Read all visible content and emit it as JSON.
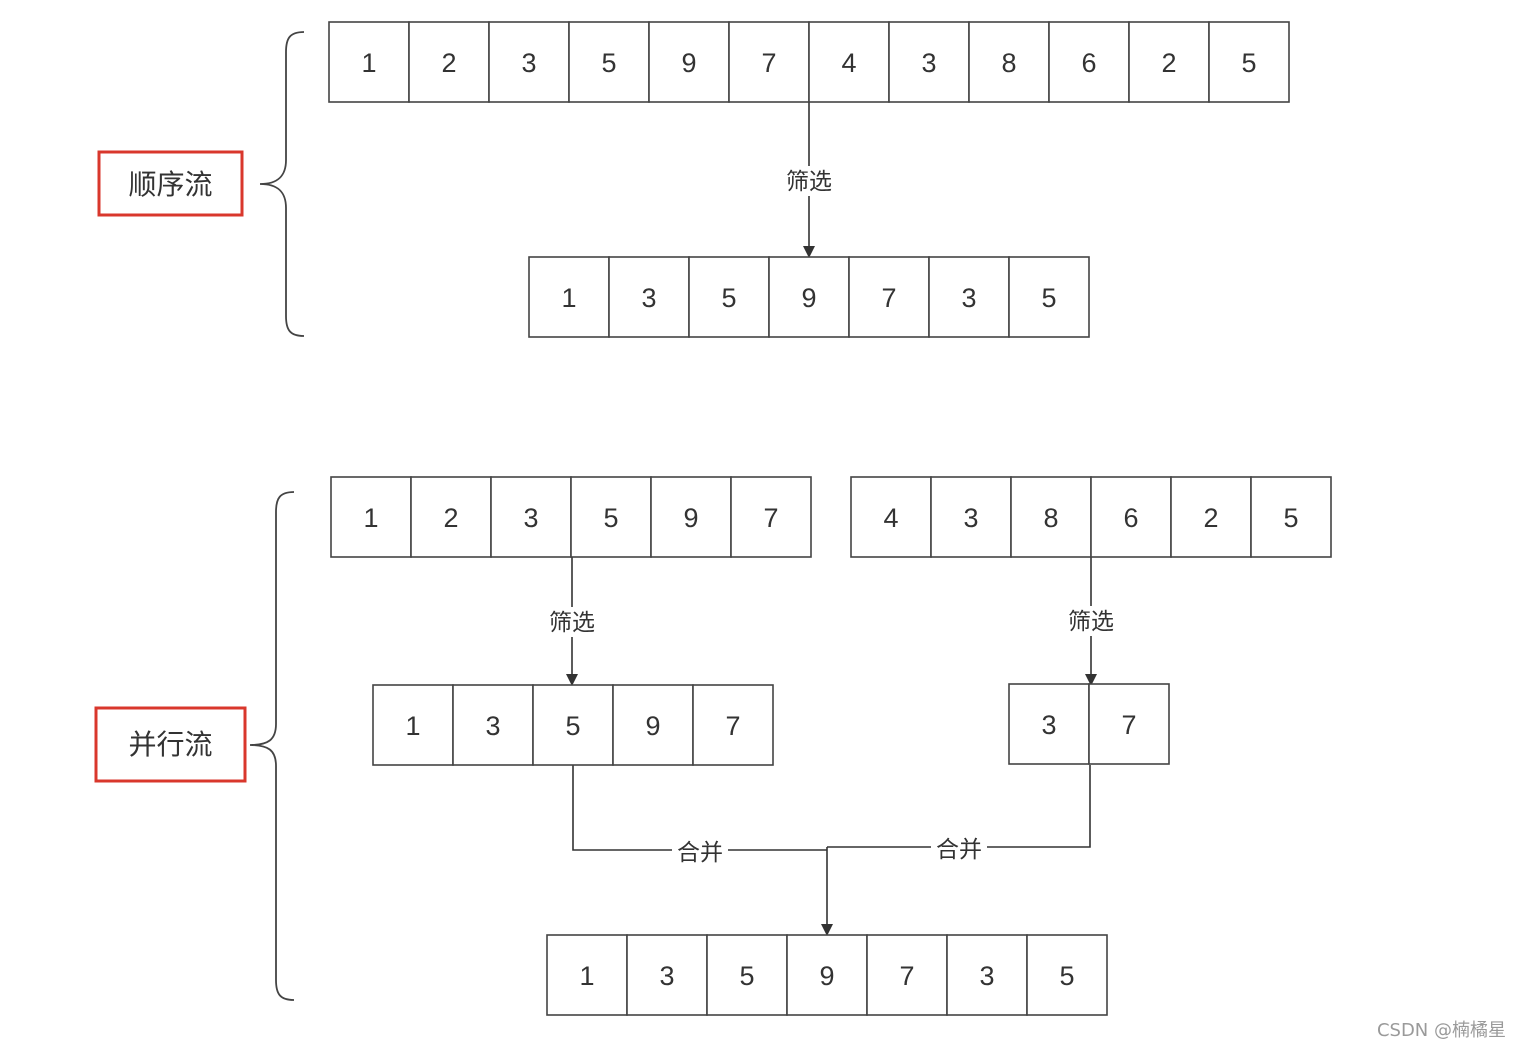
{
  "sections": {
    "sequential": {
      "title": "顺序流"
    },
    "parallel": {
      "title": "并行流"
    }
  },
  "arrays": {
    "seq_input": [
      1,
      2,
      3,
      5,
      9,
      7,
      4,
      3,
      8,
      6,
      2,
      5
    ],
    "seq_output": [
      1,
      3,
      5,
      9,
      7,
      3,
      5
    ],
    "par_input_left": [
      1,
      2,
      3,
      5,
      9,
      7
    ],
    "par_input_right": [
      4,
      3,
      8,
      6,
      2,
      5
    ],
    "par_filtered_left": [
      1,
      3,
      5,
      9,
      7
    ],
    "par_filtered_right": [
      3,
      7
    ],
    "par_output": [
      1,
      3,
      5,
      9,
      7,
      3,
      5
    ]
  },
  "edges": {
    "filter_label": "筛选",
    "merge_label": "合并"
  },
  "watermark": "CSDN @楠橘星",
  "colors": {
    "highlight_border": "#d9372c",
    "stroke": "#444444"
  }
}
